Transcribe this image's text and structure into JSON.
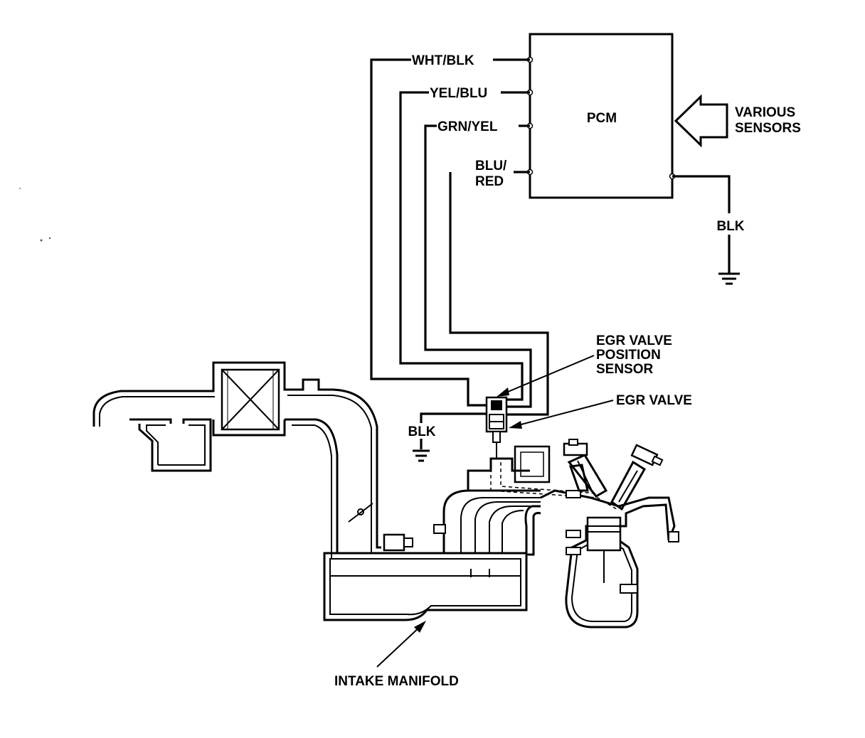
{
  "pcm": {
    "label": "PCM"
  },
  "wires": {
    "wht_blk": "WHT/BLK",
    "yel_blu": "YEL/BLU",
    "grn_yel": "GRN/YEL",
    "blu_red_line1": "BLU/",
    "blu_red_line2": "RED",
    "pcm_ground": "BLK",
    "egr_ground": "BLK"
  },
  "inputs": {
    "line1": "VARIOUS",
    "line2": "SENSORS"
  },
  "callouts": {
    "egr_sensor_line1": "EGR VALVE",
    "egr_sensor_line2": "POSITION",
    "egr_sensor_line3": "SENSOR",
    "egr_valve": "EGR VALVE",
    "intake_manifold": "INTAKE MANIFOLD"
  }
}
